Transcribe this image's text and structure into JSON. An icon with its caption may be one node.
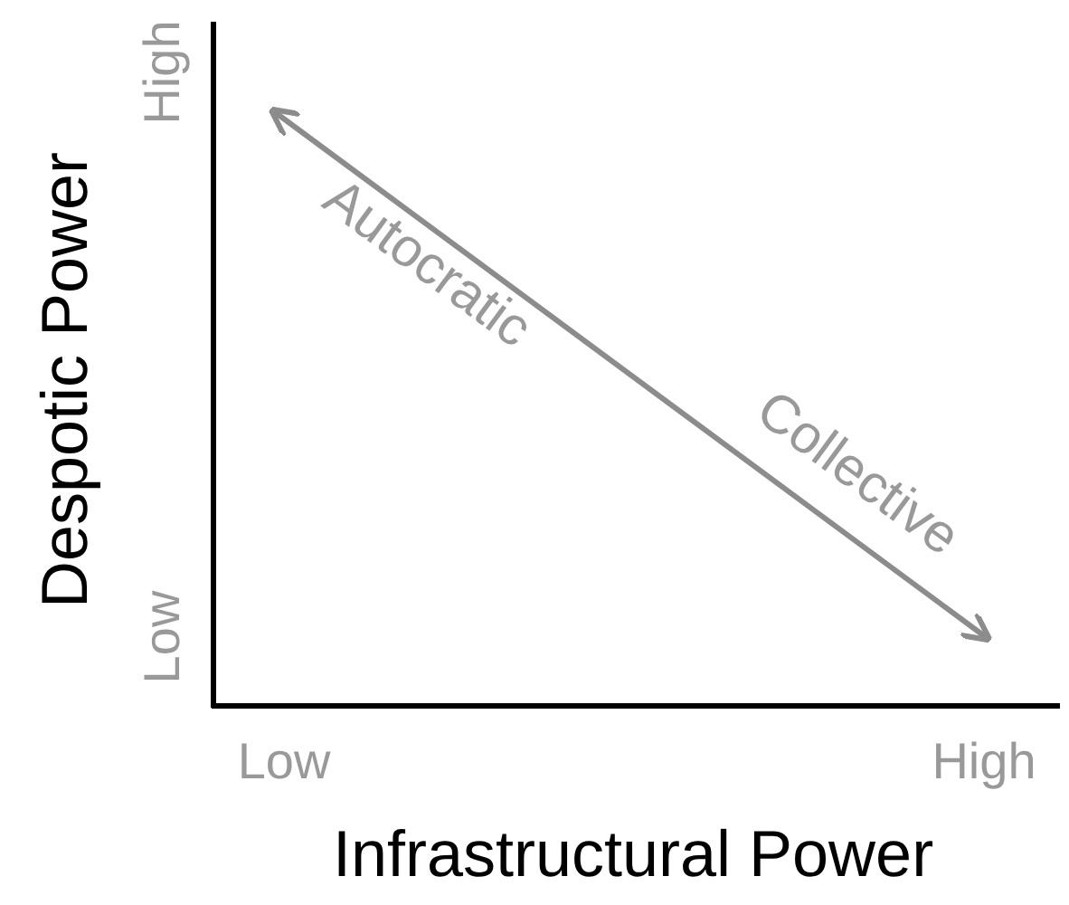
{
  "diagram": {
    "labels": [
      "Despotic Power",
      "High",
      "Low",
      "Autocratic",
      "Collective",
      "Low",
      "High",
      "Infrastructural Power"
    ]
  }
}
